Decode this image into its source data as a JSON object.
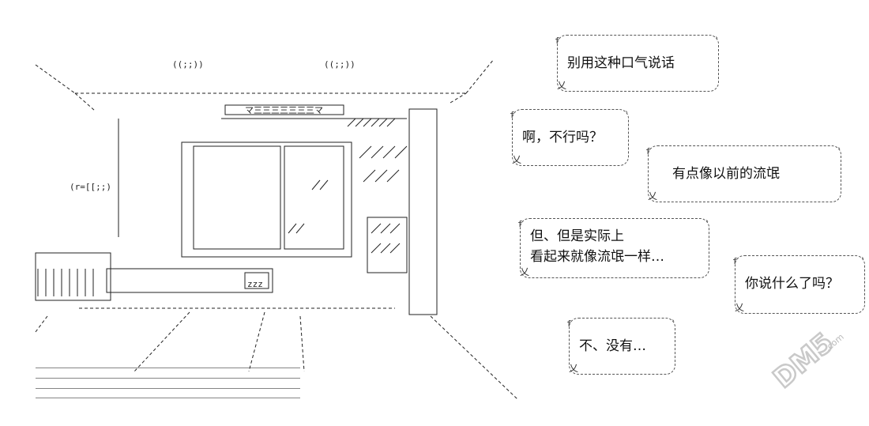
{
  "bubbles": [
    {
      "lines": [
        "别用这种口气说话"
      ]
    },
    {
      "lines": [
        "啊，不行吗？"
      ]
    },
    {
      "lines": [
        "有点像以前的流氓"
      ]
    },
    {
      "lines": [
        "但、但是实际上",
        "看起来就像流氓一样…"
      ]
    },
    {
      "lines": [
        "你说什么了吗？"
      ]
    },
    {
      "lines": [
        "不、没有…"
      ]
    }
  ],
  "art_text": {
    "snore1": "((;;))",
    "snore2": "((;;))",
    "fan_label": "マ三三三三三三三マ",
    "side_mark": "(r=[[;;)",
    "zzz": "zzz"
  },
  "watermark": {
    "text": "DM5",
    "domain": ".com",
    "color": "#c9c9c9"
  }
}
